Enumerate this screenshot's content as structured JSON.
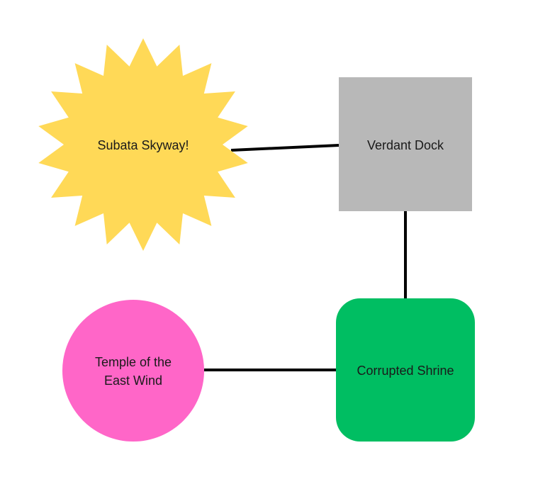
{
  "diagram": {
    "nodes": [
      {
        "id": "subata",
        "label_lines": [
          "Subata Skyway!"
        ],
        "shape": "starburst",
        "color": "#FFD957"
      },
      {
        "id": "verdant",
        "label_lines": [
          "Verdant Dock"
        ],
        "shape": "square",
        "color": "#B8B8B8"
      },
      {
        "id": "shrine",
        "label_lines": [
          "Corrupted Shrine"
        ],
        "shape": "rounded-square",
        "color": "#00BE62"
      },
      {
        "id": "temple",
        "label_lines": [
          "Temple of the",
          "East Wind"
        ],
        "shape": "circle",
        "color": "#FF66C8"
      }
    ],
    "edges": [
      {
        "from": "subata",
        "to": "verdant"
      },
      {
        "from": "verdant",
        "to": "shrine"
      },
      {
        "from": "temple",
        "to": "shrine"
      }
    ],
    "edge_color": "#000000"
  }
}
